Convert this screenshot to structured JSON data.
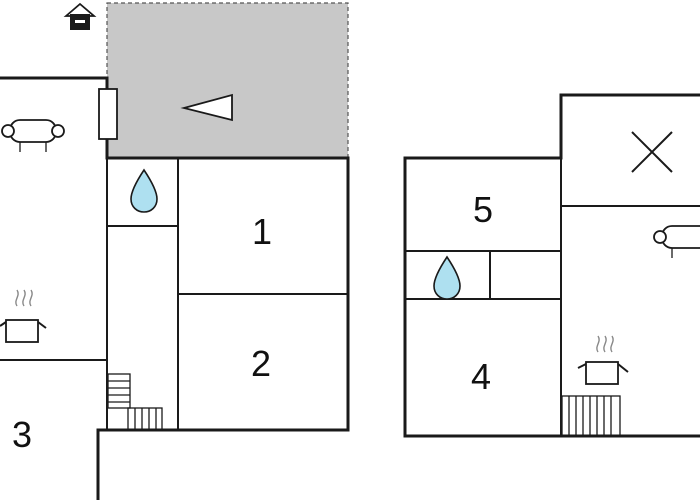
{
  "rooms": {
    "room_1": "1",
    "room_2": "2",
    "room_3": "3",
    "room_4": "4",
    "room_5": "5"
  },
  "icons": {
    "house": "house-icon",
    "sofa": "sofa-icon",
    "kitchen_pot": "cooking-pot-icon",
    "water_drop": "water-drop-icon",
    "compass_arrow": "direction-arrow-icon",
    "void": "open-space-cross-icon",
    "stairs": "stairs-icon"
  },
  "colors": {
    "terrace_fill": "#c8c8c8",
    "water_drop": "#aee0f0",
    "walls": "#1a1a1a"
  }
}
